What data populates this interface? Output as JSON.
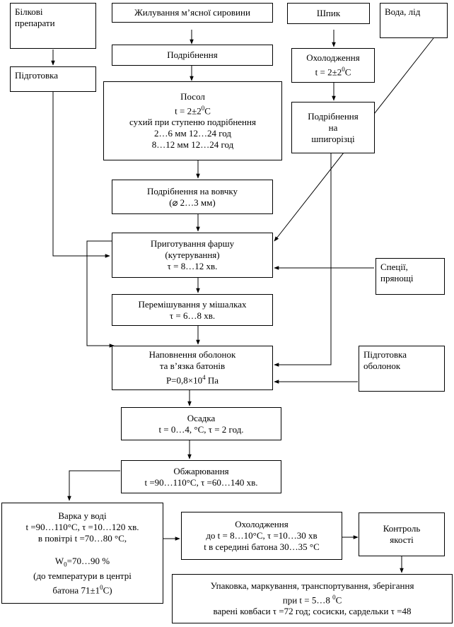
{
  "boxes": {
    "protein": [
      "Білкові",
      "препарати"
    ],
    "prep": "Підготовка",
    "trim": "Жилування м’ясної сировини",
    "grind1": "Подрібнення",
    "salt": {
      "l1": "Посол",
      "l2": "t = 2±2",
      "l2_sup": "0",
      "l2_tail": "C",
      "l3": "сухий при ступеню подрібнення",
      "l4": "2…6 мм  12…24 год",
      "l5": "8…12 мм  12…24 год"
    },
    "mince": [
      "Подрібнення на вовчку",
      "(⌀ 2…3 мм)"
    ],
    "farsh": [
      "Приготування фаршу",
      "(кутерування)",
      "τ = 8…12 хв."
    ],
    "mix": [
      "Перемішування  у мішалках",
      "τ = 6…8 хв."
    ],
    "fill": {
      "l1": "Наповнення оболонок",
      "l2": "та в’язка батонів",
      "l3": "P=0,8×10",
      "l3_sup": "4",
      "l3_tail": " Па"
    },
    "settle": [
      "Осадка",
      "t = 0…4, °C, τ = 2 год."
    ],
    "roast": [
      "Обжарювання",
      "t =90…110°C, τ =60…140 хв."
    ],
    "cook": {
      "l1": "Варка у воді",
      "l2": "t =90…110°C, τ =10…120 хв.",
      "l3": "в повітрі t =70…80 °C,",
      "l4": "W",
      "l4_sub": "0",
      "l4_tail": "=70…90 %",
      "l5": "(до температури в центрі",
      "l6": "батона 71±1",
      "l6_sup": "0",
      "l6_tail": "C)"
    },
    "cool2": [
      "Охолодження",
      "до t = 8…10°C, τ =10…30 хв",
      "t в середині батона 30…35 °C"
    ],
    "control": [
      "Контроль",
      "якості"
    ],
    "pack": [
      "Упаковка, маркування, транспортування, зберігання",
      "при t = 5…8 ",
      "0",
      "C",
      "варені ковбаси τ =72 год; сосиски, сардельки τ =48"
    ],
    "lard": "Шпик",
    "cool1": {
      "l1": "Охолодження",
      "l2": "t = 2±2",
      "l2_sup": "0",
      "l2_tail": "C"
    },
    "grind2": [
      "Подрібнення",
      "на",
      "шпигорізці"
    ],
    "water": "Вода, лід",
    "spice": [
      "Спеції,",
      "прянощі"
    ],
    "casing": [
      "Підготовка",
      "оболонок"
    ]
  }
}
